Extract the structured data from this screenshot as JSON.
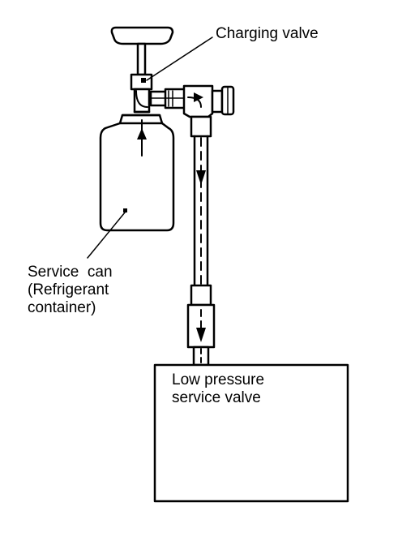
{
  "labels": {
    "charging_valve": "Charging valve",
    "service_can": [
      "Service  can",
      "(Refrigerant",
      "container)"
    ],
    "low_pressure_service_valve": [
      "Low pressure",
      "service valve"
    ]
  },
  "colors": {
    "ink": "#000000",
    "paper": "#ffffff",
    "hose_fill": "#f0f0f0"
  }
}
